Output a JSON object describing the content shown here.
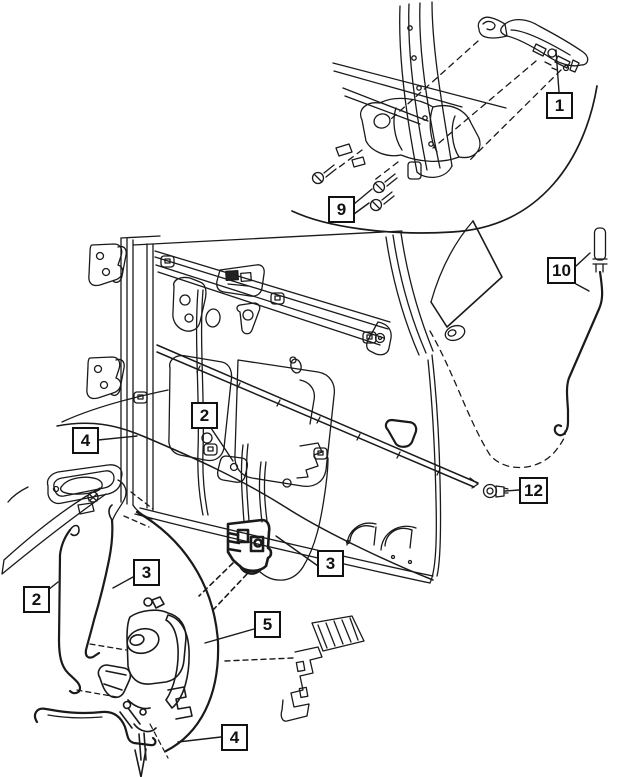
{
  "figure": {
    "type": "exploded-parts-diagram"
  },
  "canvas": {
    "background": "#ffffff",
    "line_color": "#1a1a1a"
  },
  "callouts": [
    {
      "id": "b1",
      "label": "1"
    },
    {
      "id": "b9",
      "label": "9"
    },
    {
      "id": "b10",
      "label": "10"
    },
    {
      "id": "b12",
      "label": "12"
    },
    {
      "id": "b2-door",
      "label": "2"
    },
    {
      "id": "b4-left",
      "label": "4"
    },
    {
      "id": "b3-mid",
      "label": "3"
    },
    {
      "id": "b2-lower",
      "label": "2"
    },
    {
      "id": "b3-lower",
      "label": "3"
    },
    {
      "id": "b5",
      "label": "5"
    },
    {
      "id": "b4-bottom",
      "label": "4"
    }
  ]
}
